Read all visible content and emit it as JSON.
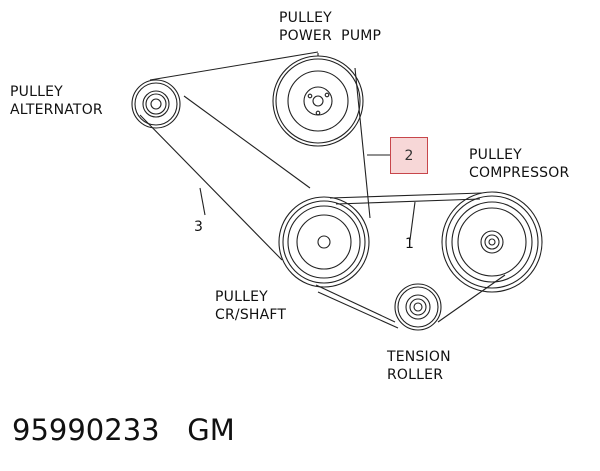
{
  "labels": {
    "power_pump": [
      "PULLEY",
      "POWER  PUMP"
    ],
    "alternator": [
      "PULLEY",
      "ALTERNATOR"
    ],
    "compressor": [
      "PULLEY",
      "COMPRESSOR"
    ],
    "crankshaft": [
      "PULLEY",
      "CR/SHAFT"
    ],
    "tension_roller": [
      "TENSION",
      "ROLLER"
    ]
  },
  "belt_numbers": {
    "belt_1": "1",
    "belt_2": "2",
    "belt_3": "3"
  },
  "footer": {
    "code": "95990233   GM"
  },
  "colors": {
    "line": "#222222",
    "callout_fill": "#f7d7d7",
    "callout_border": "#c7464b"
  }
}
